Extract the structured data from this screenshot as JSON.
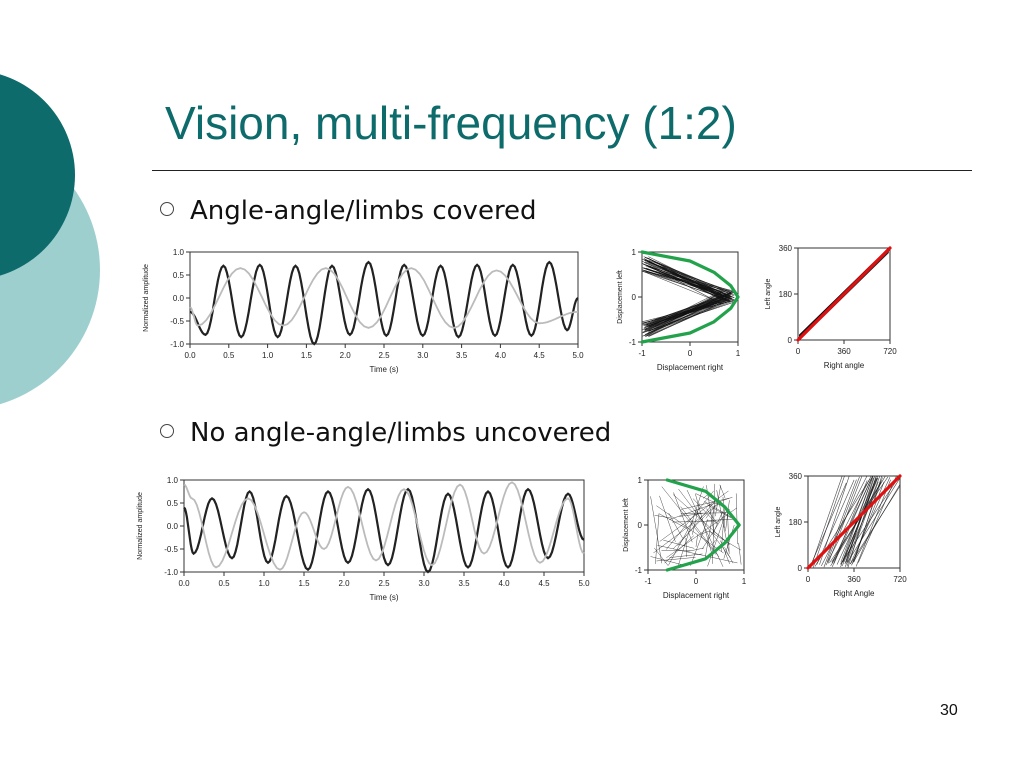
{
  "title": "Vision, multi-frequency (1:2)",
  "page_number": "30",
  "colors": {
    "accent": "#0e6b6b",
    "accent_light": "#9ecfcf",
    "fit_green": "#22a24a",
    "fit_red": "#e01010"
  },
  "bullets": [
    {
      "text": "Angle-angle/limbs covered"
    },
    {
      "text": "No angle-angle/limbs uncovered"
    }
  ],
  "chart_data": [
    {
      "type": "line",
      "panel": "covered-timeseries",
      "xlabel": "Time (s)",
      "ylabel": "Normalized amplitude",
      "xlim": [
        0.0,
        5.0
      ],
      "ylim": [
        -1.0,
        1.0
      ],
      "xticks": [
        "0.0",
        "0.5",
        "1.0",
        "1.5",
        "2.0",
        "2.5",
        "3.0",
        "3.5",
        "4.0",
        "4.5",
        "5.0"
      ],
      "yticks": [
        "1.0",
        "0.5",
        "0.0",
        "-0.5",
        "-1.0"
      ],
      "series": [
        {
          "color": "#222222",
          "x": [
            0.0,
            0.2,
            0.43,
            0.66,
            0.9,
            1.13,
            1.36,
            1.6,
            1.83,
            2.06,
            2.3,
            2.53,
            2.76,
            3.0,
            3.23,
            3.46,
            3.7,
            3.93,
            4.16,
            4.4,
            4.63,
            4.86,
            5.0
          ],
          "y": [
            -0.3,
            -0.8,
            0.7,
            -0.85,
            0.72,
            -0.85,
            0.7,
            -1.0,
            0.7,
            -0.8,
            0.78,
            -0.82,
            0.72,
            -0.82,
            0.7,
            -0.85,
            0.72,
            -0.82,
            0.72,
            -0.82,
            0.78,
            -0.7,
            0.0
          ]
        },
        {
          "color": "#bbbbbb",
          "x": [
            0.0,
            0.1,
            0.65,
            1.2,
            1.75,
            2.3,
            2.85,
            3.4,
            3.95,
            4.5,
            5.0
          ],
          "y": [
            -0.2,
            -0.6,
            0.65,
            -0.6,
            0.65,
            -0.65,
            0.65,
            -0.65,
            0.6,
            -0.55,
            -0.3
          ]
        }
      ]
    },
    {
      "type": "scatter",
      "panel": "covered-displacement",
      "xlabel": "Displacement right",
      "ylabel": "Displacement left",
      "xlim": [
        -1,
        1
      ],
      "ylim": [
        -1,
        1
      ],
      "xticks": [
        "-1",
        "0",
        "1"
      ],
      "yticks": [
        "1",
        "0",
        "-1"
      ],
      "fit": {
        "color": "#22a24a",
        "x": [
          -1.0,
          0.0,
          0.5,
          0.85,
          1.0,
          0.85,
          0.5,
          0.0,
          -1.0
        ],
        "y": [
          1.0,
          0.8,
          0.55,
          0.25,
          0.0,
          -0.25,
          -0.55,
          -0.8,
          -1.0
        ]
      }
    },
    {
      "type": "scatter",
      "panel": "covered-angle",
      "xlabel": "Right angle",
      "ylabel": "Left angle",
      "xlim": [
        0,
        720
      ],
      "ylim": [
        0,
        360
      ],
      "xticks": [
        "0",
        "360",
        "720"
      ],
      "yticks": [
        "360",
        "180",
        "0"
      ],
      "fit": {
        "color": "#e01010",
        "x": [
          0,
          720
        ],
        "y": [
          0,
          360
        ]
      }
    },
    {
      "type": "line",
      "panel": "uncovered-timeseries",
      "xlabel": "Time (s)",
      "ylabel": "Normalized amplitude",
      "xlim": [
        0.0,
        5.0
      ],
      "ylim": [
        -1.0,
        1.0
      ],
      "xticks": [
        "0.0",
        "0.5",
        "1.0",
        "1.5",
        "2.0",
        "2.5",
        "3.0",
        "3.5",
        "4.0",
        "4.5",
        "5.0"
      ],
      "yticks": [
        "1.0",
        "0.5",
        "0.0",
        "-0.5",
        "-1.0"
      ],
      "series": [
        {
          "color": "#222222",
          "x": [
            0.0,
            0.12,
            0.35,
            0.6,
            0.82,
            1.05,
            1.28,
            1.55,
            1.8,
            2.05,
            2.3,
            2.55,
            2.8,
            3.05,
            3.3,
            3.55,
            3.8,
            4.05,
            4.3,
            4.55,
            4.8,
            5.0
          ],
          "y": [
            0.4,
            -0.6,
            0.6,
            -0.7,
            0.75,
            -0.8,
            0.65,
            -0.95,
            0.75,
            -0.8,
            0.8,
            -0.85,
            0.8,
            -1.0,
            0.7,
            -0.9,
            0.75,
            -0.9,
            0.8,
            -0.7,
            0.7,
            -0.3
          ]
        },
        {
          "color": "#bbbbbb",
          "x": [
            0.0,
            0.1,
            0.4,
            0.8,
            1.2,
            1.5,
            1.75,
            2.05,
            2.4,
            2.75,
            3.1,
            3.45,
            3.75,
            4.1,
            4.45,
            4.8,
            5.0
          ],
          "y": [
            0.9,
            0.6,
            -0.9,
            0.6,
            -0.95,
            0.3,
            -0.5,
            0.85,
            -0.75,
            0.8,
            -0.85,
            0.9,
            -0.6,
            0.95,
            -0.8,
            0.6,
            -0.6
          ]
        }
      ]
    },
    {
      "type": "scatter",
      "panel": "uncovered-displacement",
      "xlabel": "Displacement right",
      "ylabel": "Displacement left",
      "xlim": [
        -1,
        1
      ],
      "ylim": [
        -1,
        1
      ],
      "xticks": [
        "-1",
        "0",
        "1"
      ],
      "yticks": [
        "1",
        "0",
        "-1"
      ],
      "fit": {
        "color": "#22a24a",
        "x": [
          -0.6,
          0.2,
          0.6,
          0.9,
          0.6,
          0.2,
          -0.6
        ],
        "y": [
          1.0,
          0.75,
          0.4,
          0.0,
          -0.4,
          -0.75,
          -1.0
        ]
      }
    },
    {
      "type": "scatter",
      "panel": "uncovered-angle",
      "xlabel": "Right Angle",
      "ylabel": "Left angle",
      "xlim": [
        0,
        720
      ],
      "ylim": [
        0,
        360
      ],
      "xticks": [
        "0",
        "360",
        "720"
      ],
      "yticks": [
        "360",
        "180",
        "0"
      ],
      "fit": {
        "color": "#e01010",
        "x": [
          0,
          720
        ],
        "y": [
          0,
          360
        ]
      }
    }
  ]
}
